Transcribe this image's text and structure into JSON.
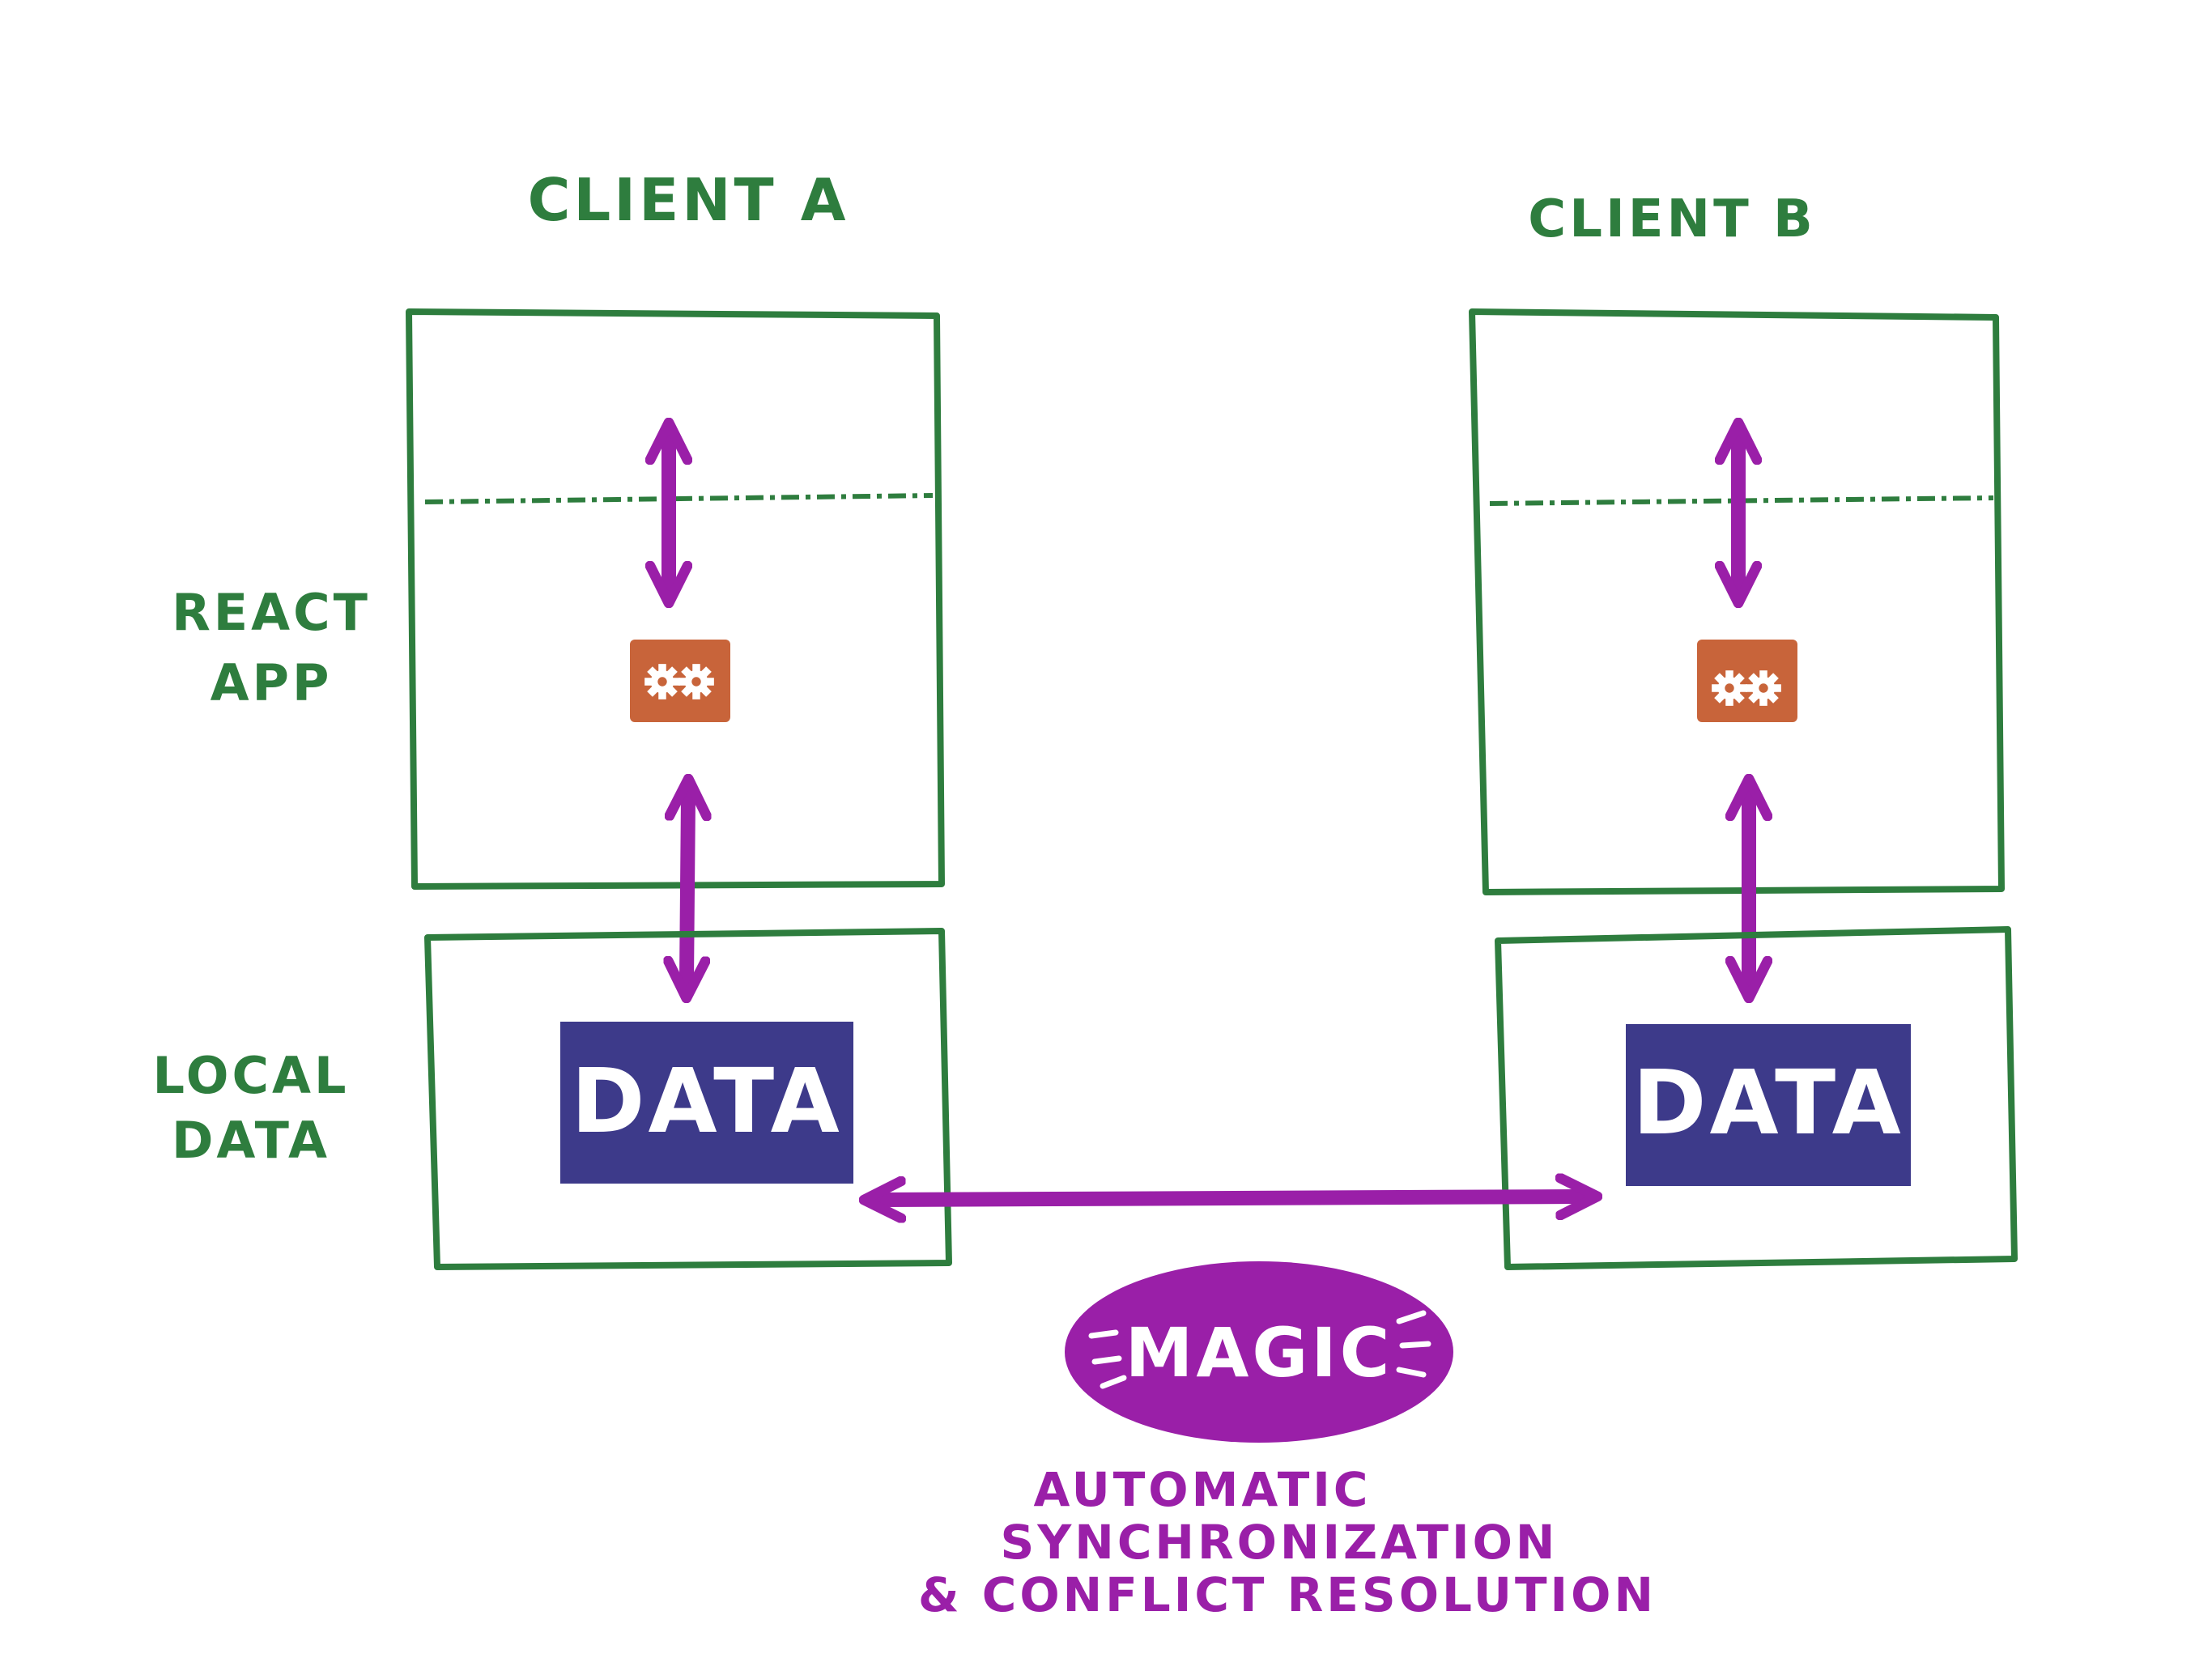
{
  "clients": [
    {
      "title": "CLIENT A",
      "data_label": "DATA"
    },
    {
      "title": "CLIENT B",
      "data_label": "DATA"
    }
  ],
  "side_labels": {
    "react_app": [
      "REACT",
      "APP"
    ],
    "local_data": [
      "LOCAL",
      "DATA"
    ]
  },
  "magic": {
    "label": "MAGIC",
    "caption": [
      "AUTOMATIC",
      "SYNCHRONIZATION",
      "& CONFLICT RESOLUTION"
    ]
  },
  "colors": {
    "green": "#2e7d3e",
    "purple": "#9a1fa8",
    "orange": "#c8643a",
    "navy": "#3d3a8a"
  },
  "icons": {
    "engine": "gears-icon"
  }
}
